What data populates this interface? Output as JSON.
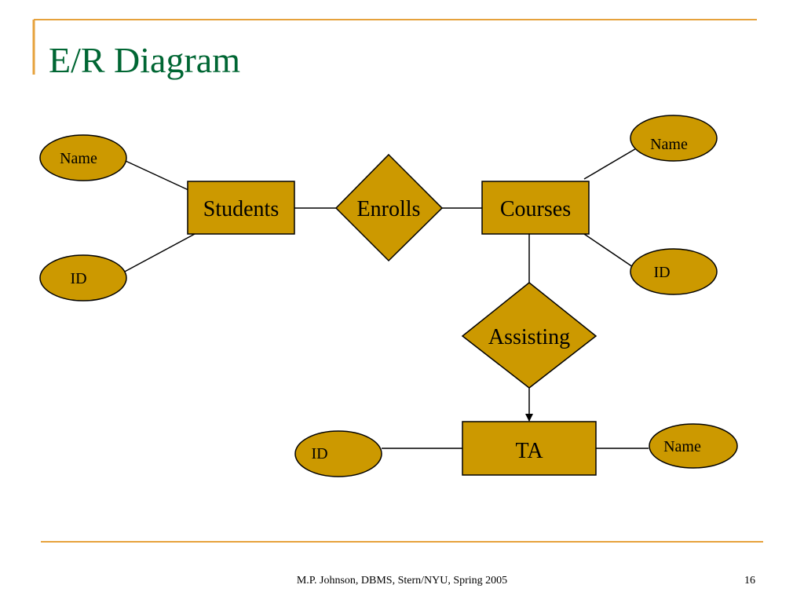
{
  "slide": {
    "title": "E/R Diagram",
    "footer": "M.P. Johnson, DBMS, Stern/NYU, Spring 2005",
    "page_number": "16"
  },
  "colors": {
    "title": "#006633",
    "rule_accent": "#e6a23c",
    "shape_fill": "#cc9900",
    "stroke": "#000000"
  },
  "diagram": {
    "entities": {
      "students": "Students",
      "courses": "Courses",
      "ta": "TA"
    },
    "relationships": {
      "enrolls": "Enrolls",
      "assisting": "Assisting"
    },
    "attributes": {
      "students_name": "Name",
      "students_id": "ID",
      "courses_name": "Name",
      "courses_id": "ID",
      "ta_id": "ID",
      "ta_name": "Name"
    }
  }
}
